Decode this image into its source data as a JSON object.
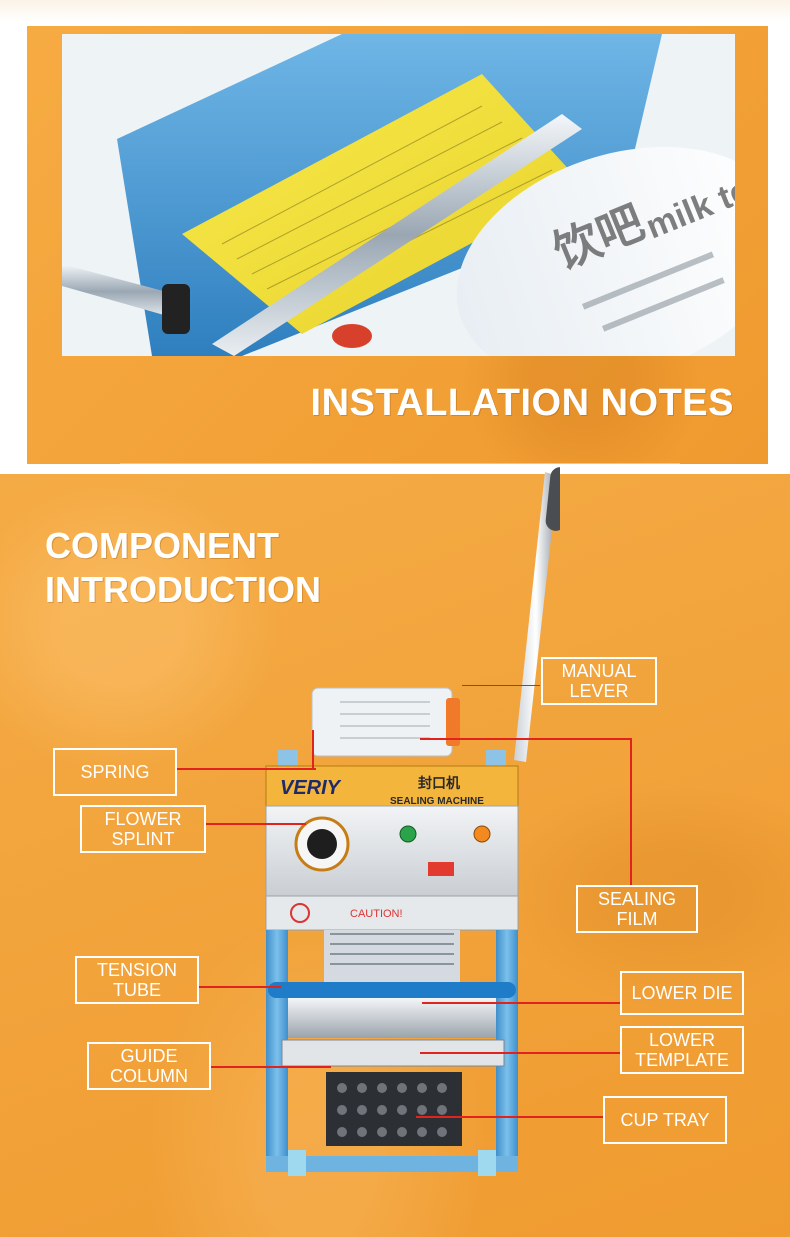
{
  "install_section": {
    "title": "INSTALLATION NOTES"
  },
  "component_section": {
    "title_line1": "COMPONENT",
    "title_line2": "INTRODUCTION"
  },
  "machine": {
    "brand": "VERIY",
    "name_cn": "封口机",
    "name_en": "SEALING MACHINE",
    "caution": "CAUTION!"
  },
  "labels": {
    "manual_lever": "MANUAL\nLEVER",
    "spring": "SPRING",
    "flower_splint": "FLOWER\nSPLINT",
    "sealing_film": "SEALING\nFILM",
    "tension_tube": "TENSION\nTUBE",
    "lower_die": "LOWER DIE",
    "lower_template": "LOWER\nTEMPLATE",
    "guide_column": "GUIDE\nCOLUMN",
    "cup_tray": "CUP TRAY"
  },
  "colors": {
    "orange_bg": "#f3a33a",
    "label_border": "#ffffff",
    "leader_line": "#e0231f",
    "machine_blue": "#4a9fd8"
  }
}
